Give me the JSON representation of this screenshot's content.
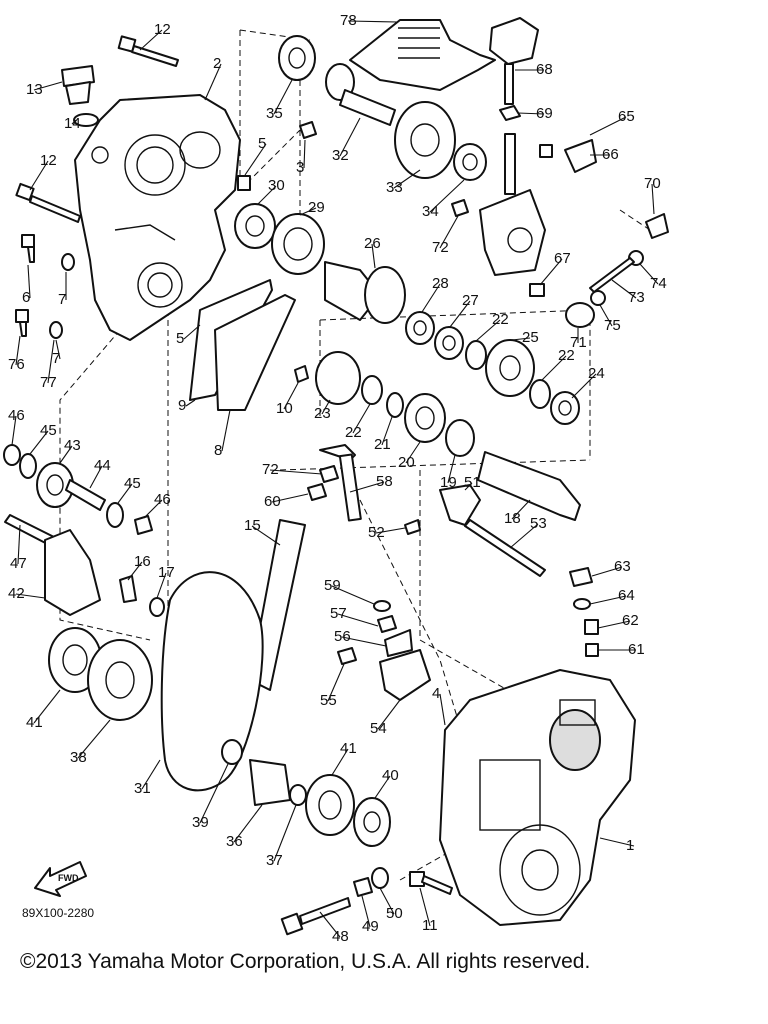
{
  "drawing_code": "89X100-2280",
  "copyright": "©2013 Yamaha Motor Corporation, U.S.A. All rights reserved.",
  "fwd_label": "FWD",
  "callouts": [
    "1",
    "2",
    "3",
    "4",
    "5",
    "5",
    "6",
    "7",
    "7",
    "8",
    "9",
    "10",
    "11",
    "12",
    "12",
    "13",
    "14",
    "15",
    "16",
    "17",
    "18",
    "19",
    "20",
    "21",
    "22",
    "22",
    "22",
    "23",
    "24",
    "25",
    "26",
    "27",
    "28",
    "29",
    "30",
    "31",
    "32",
    "33",
    "34",
    "35",
    "36",
    "37",
    "38",
    "39",
    "40",
    "41",
    "41",
    "42",
    "43",
    "44",
    "45",
    "45",
    "46",
    "46",
    "47",
    "48",
    "49",
    "50",
    "51",
    "52",
    "53",
    "54",
    "55",
    "56",
    "57",
    "58",
    "59",
    "60",
    "61",
    "62",
    "63",
    "64",
    "65",
    "66",
    "67",
    "68",
    "69",
    "70",
    "71",
    "72",
    "72",
    "73",
    "74",
    "75",
    "76",
    "77",
    "78"
  ]
}
